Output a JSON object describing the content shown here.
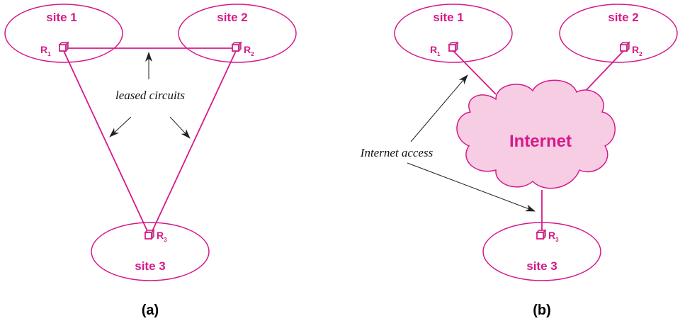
{
  "colors": {
    "accent": "#d6198a",
    "cloud_fill": "#f7cde3",
    "router_fill": "#ffffff",
    "router_side": "#9a9a9a",
    "arrow": "#222222"
  },
  "panel_a": {
    "label": "(a)",
    "sites": {
      "s1": "site 1",
      "s2": "site 2",
      "s3": "site 3"
    },
    "routers": {
      "r1": {
        "letter": "R",
        "sub": "1"
      },
      "r2": {
        "letter": "R",
        "sub": "2"
      },
      "r3": {
        "letter": "R",
        "sub": "3"
      }
    },
    "annotation": "leased circuits"
  },
  "panel_b": {
    "label": "(b)",
    "sites": {
      "s1": "site 1",
      "s2": "site 2",
      "s3": "site 3"
    },
    "routers": {
      "r1": {
        "letter": "R",
        "sub": "1"
      },
      "r2": {
        "letter": "R",
        "sub": "2"
      },
      "r3": {
        "letter": "R",
        "sub": "3"
      }
    },
    "cloud": "Internet",
    "annotation": "Internet access"
  },
  "icons": [
    "router-icon",
    "cloud-icon",
    "arrow-icon"
  ]
}
